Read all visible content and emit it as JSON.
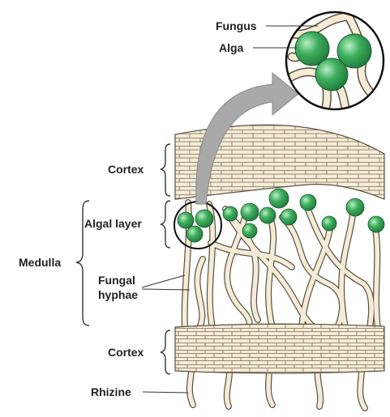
{
  "labels": {
    "fungus": "Fungus",
    "alga": "Alga",
    "cortex_top": "Cortex",
    "algal_layer": "Algal layer",
    "medulla": "Medulla",
    "fungal_line1": "Fungal",
    "fungal_line2": "hyphae",
    "cortex_bottom": "Cortex",
    "rhizine": "Rhizine"
  },
  "colors": {
    "hypha_fill": "#f4ecd6",
    "hypha_stroke": "#5a5040",
    "alga_green": "#3fae5e",
    "alga_light": "#b9f0c4",
    "arrow_gray": "#a9a9a9",
    "outline": "#111111"
  }
}
